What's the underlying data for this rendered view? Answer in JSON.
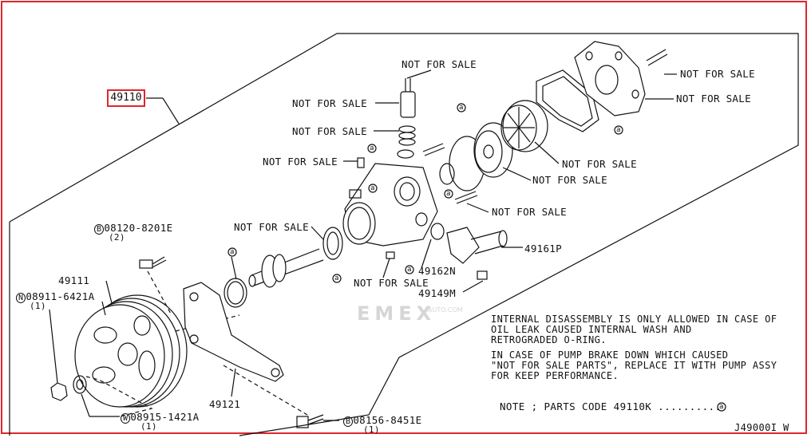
{
  "assembly_code": "49110",
  "nfs": "NOT FOR SALE",
  "codes": {
    "pulley": "49111",
    "bracket": "49121",
    "hose_fitting": "49161P",
    "o_ring_a": "49162N",
    "bolt_fitting": "49149M"
  },
  "fasteners": {
    "bolt1_prefix": "B",
    "bolt1_code": "08120-8201E",
    "bolt1_qty": "(2)",
    "nut_prefix": "N",
    "nut_code": "08911-6421A",
    "nut_qty": "(1)",
    "washer_prefix": "W",
    "washer_code": "08915-1421A",
    "washer_qty": "(1)",
    "bolt2_prefix": "B",
    "bolt2_code": "08156-8451E",
    "bolt2_qty": "(1)"
  },
  "callout": "a",
  "notes": {
    "line1": "INTERNAL DISASSEMBLY IS ONLY ALLOWED IN CASE OF",
    "line2": "OIL LEAK CAUSED INTERNAL WASH AND",
    "line3": "RETROGRADED O-RING.",
    "line4": "IN CASE OF PUMP BRAKE DOWN WHICH CAUSED",
    "line5": "\"NOT FOR SALE PARTS\", REPLACE IT WITH PUMP ASSY",
    "line6": "FOR KEEP PERFORMANCE.",
    "parts_code": "NOTE ; PARTS CODE 49110K ..........",
    "ref": "J49000I W"
  },
  "watermark": {
    "brand": "EMEX",
    "suffix": "AUTO.COM"
  },
  "colors": {
    "highlight": "#e0262b",
    "line": "#111111",
    "watermark": "#d6d6d6"
  }
}
